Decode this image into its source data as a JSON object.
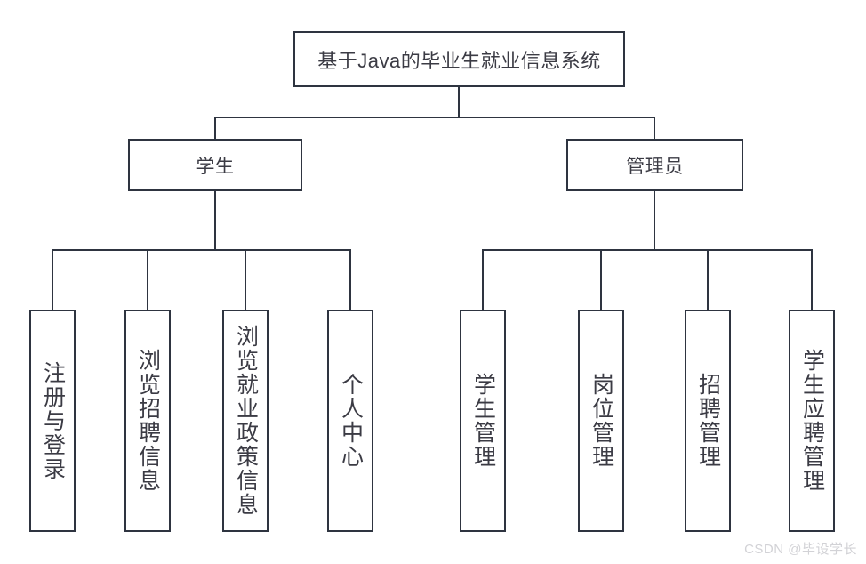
{
  "diagram": {
    "title_box": {
      "label": "基于Java的毕业生就业信息系统"
    },
    "roles": [
      {
        "id": "student",
        "label": "学生"
      },
      {
        "id": "admin",
        "label": "管理员"
      }
    ],
    "student_functions": [
      {
        "id": "register-login",
        "label": "注册与登录"
      },
      {
        "id": "browse-jobs",
        "label": "浏览招聘信息"
      },
      {
        "id": "browse-policy",
        "label": "浏览就业政策信息"
      },
      {
        "id": "personal-center",
        "label": "个人中心"
      }
    ],
    "admin_functions": [
      {
        "id": "student-management",
        "label": "学生管理"
      },
      {
        "id": "position-management",
        "label": "岗位管理"
      },
      {
        "id": "recruitment-management",
        "label": "招聘管理"
      },
      {
        "id": "application-management",
        "label": "学生应聘管理"
      }
    ],
    "watermark": "CSDN @毕设学长",
    "colors": {
      "line": "#2e3440",
      "text": "#3b3b44",
      "background": "#ffffff",
      "watermark": "#d2d2d6"
    }
  }
}
